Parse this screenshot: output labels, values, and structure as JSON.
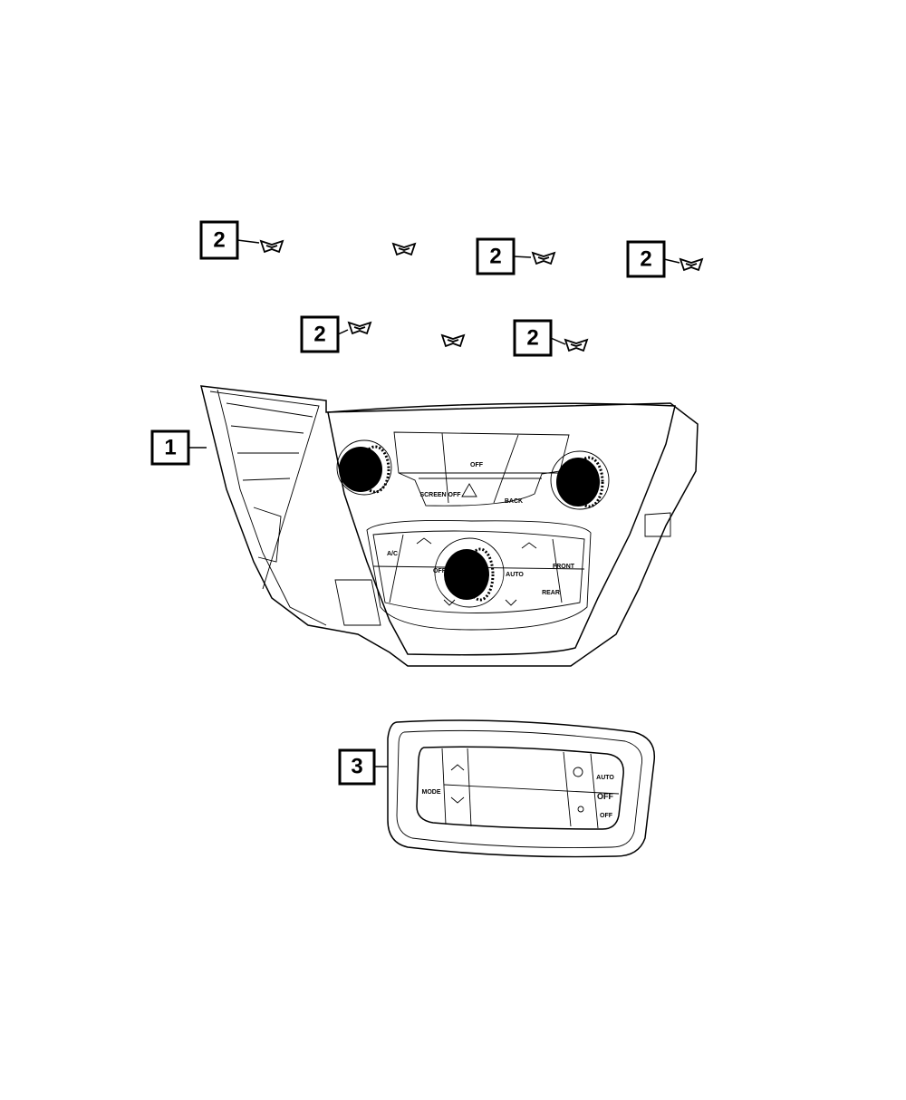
{
  "callouts": [
    {
      "label": "2"
    },
    {
      "label": "2"
    },
    {
      "label": "2"
    },
    {
      "label": "2"
    },
    {
      "label": "2"
    },
    {
      "label": "1"
    },
    {
      "label": "3"
    }
  ],
  "panel_labels": {
    "screen_off": "SCREEN OFF",
    "back": "BACK",
    "off_top": "OFF",
    "ac": "A/C",
    "off": "OFF",
    "auto": "AUTO",
    "front": "FRONT",
    "rear": "REAR"
  },
  "rear_labels": {
    "mode": "MODE",
    "auto": "AUTO",
    "off": "OFF",
    "off_small": "OFF"
  }
}
